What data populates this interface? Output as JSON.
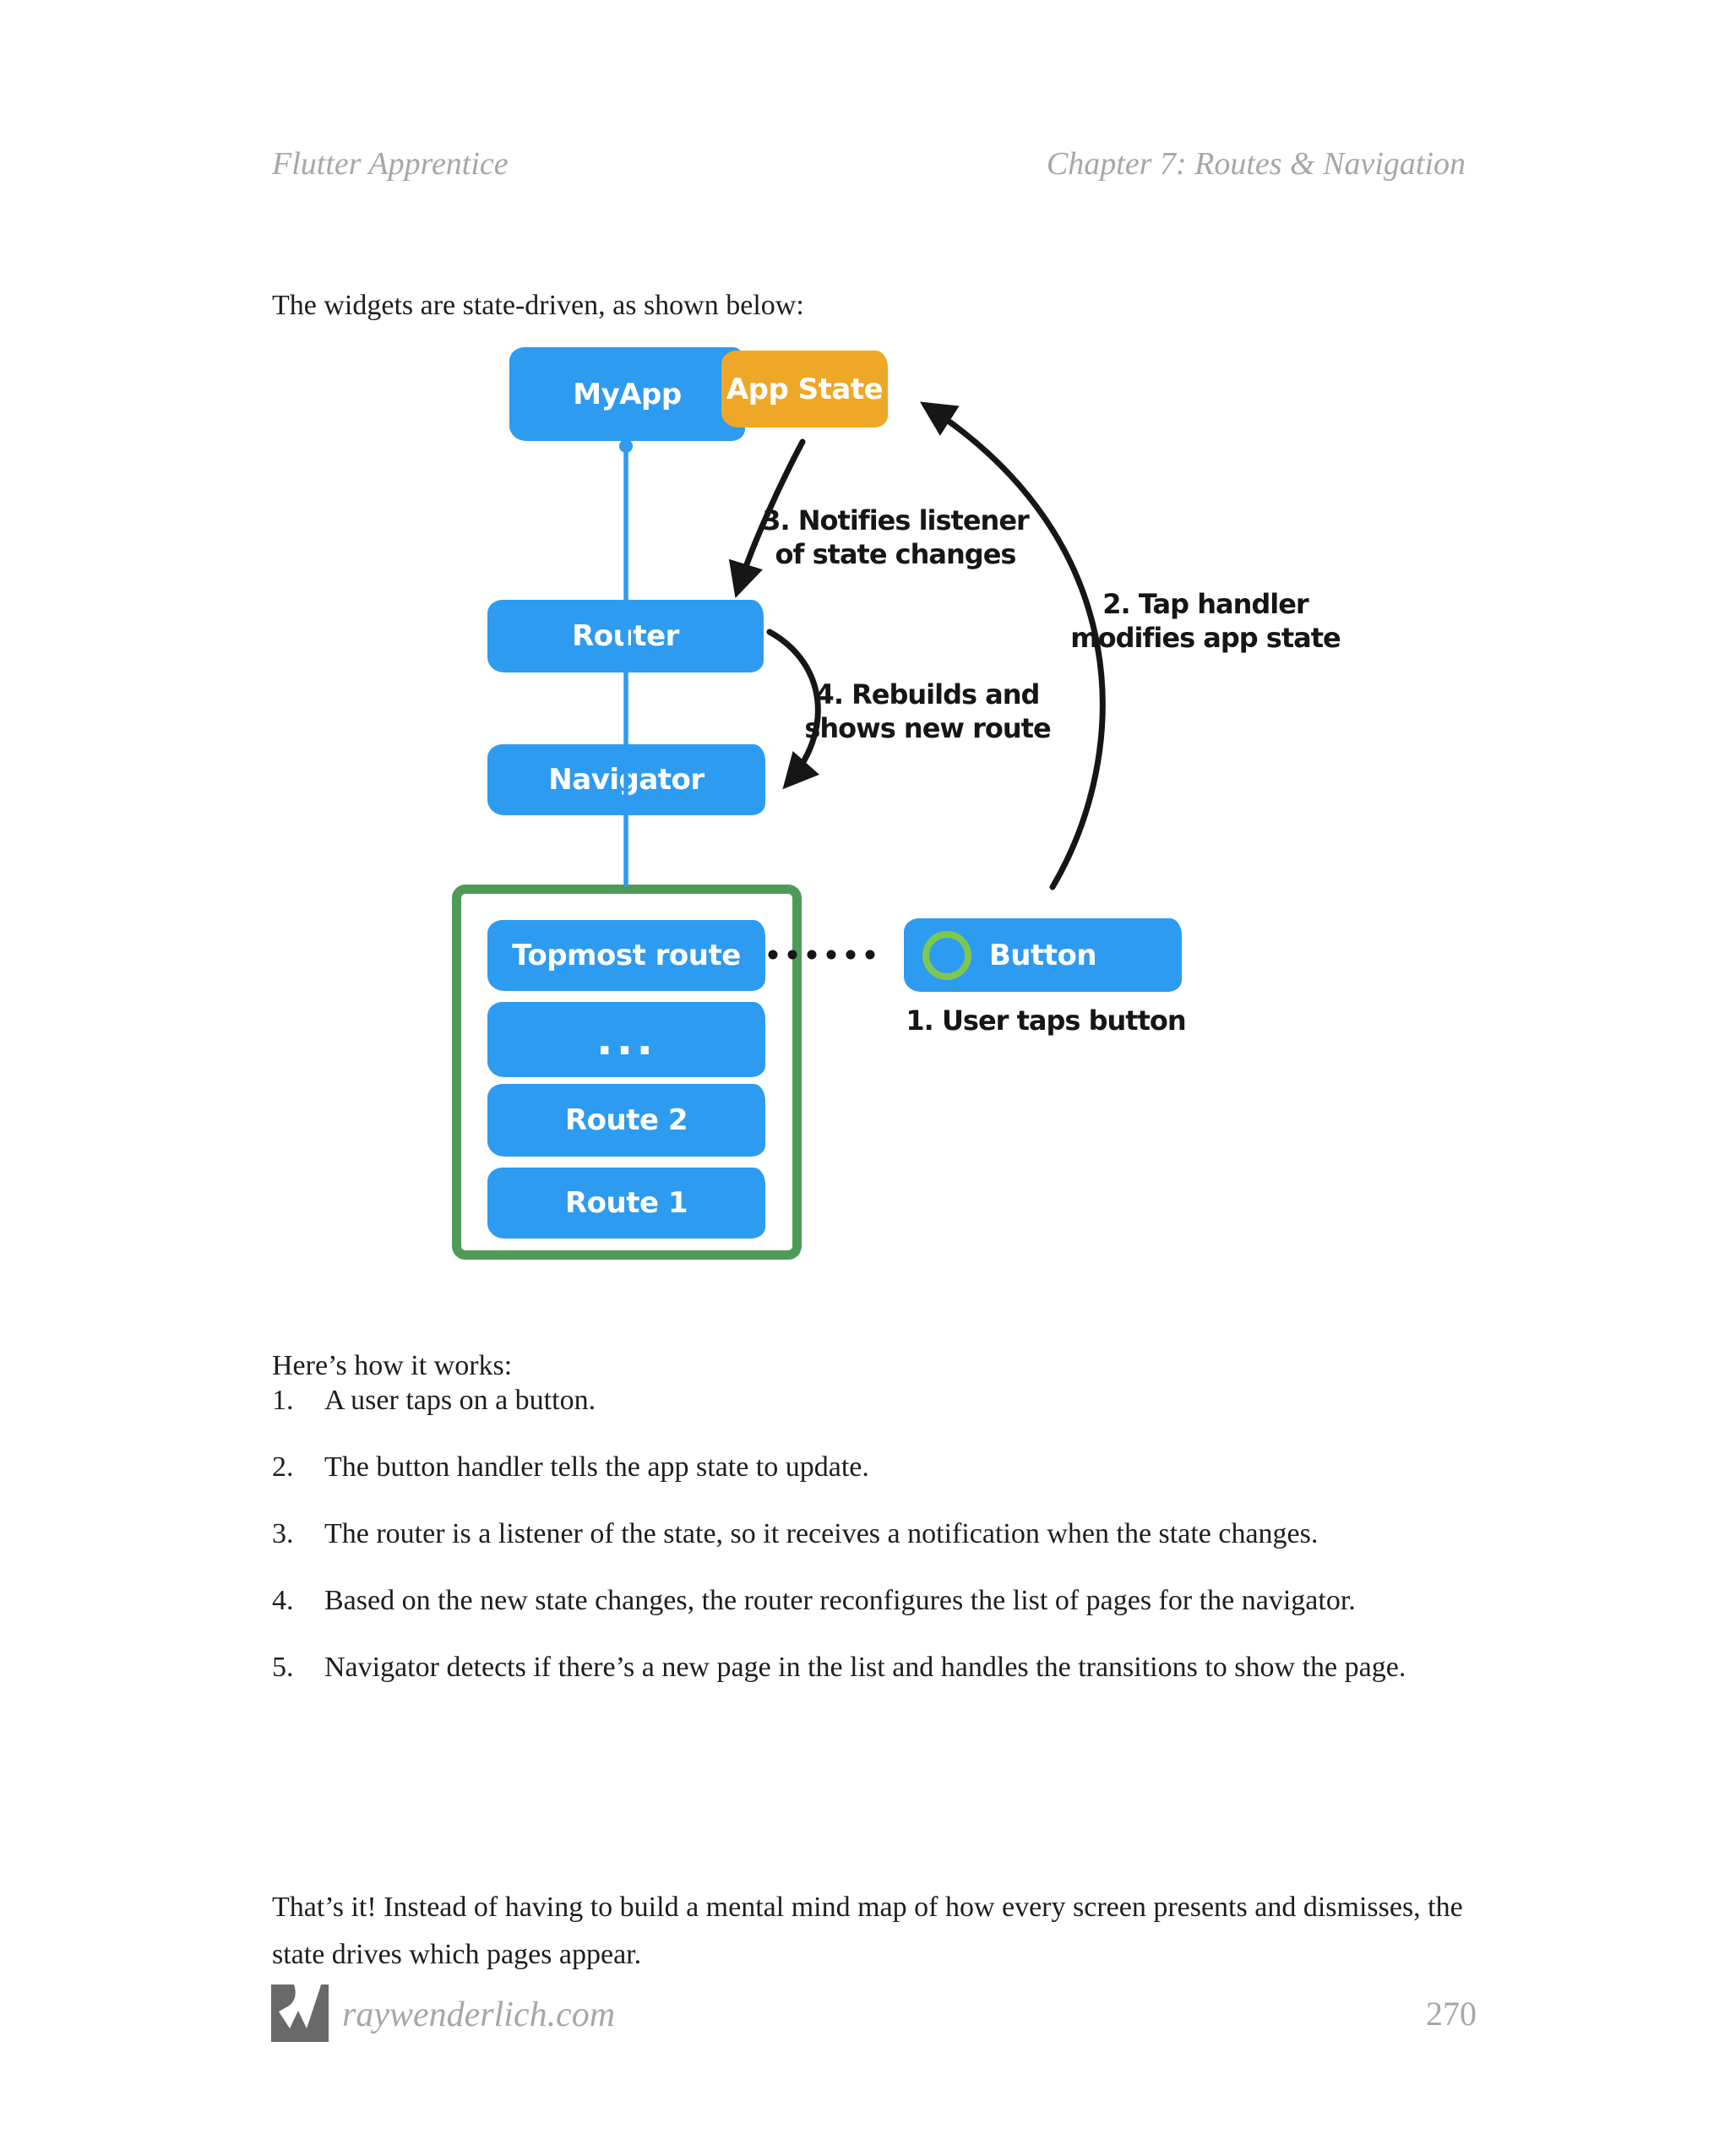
{
  "colors": {
    "blue": "#2d9bf0",
    "orange": "#eea726",
    "green": "#4e9b57",
    "circle-green": "#7ec850",
    "ink": "#161616",
    "text": "#1e1e1e",
    "muted": "#a7a7a7",
    "logo-gray": "#696969"
  },
  "page": {
    "header": {
      "book_title": "Flutter Apprentice",
      "chapter_title": "Chapter 7: Routes & Navigation"
    },
    "intro": "The widgets are state-driven, as shown below:",
    "how_heading": "Here’s how it works:",
    "steps": [
      {
        "num": "1.",
        "text": "A user taps on a button."
      },
      {
        "num": "2.",
        "text": "The button handler tells the app state to update."
      },
      {
        "num": "3.",
        "text": "The router is a listener of the state, so it receives a notification when the state changes."
      },
      {
        "num": "4.",
        "text": "Based on the new state changes, the router reconfigures the list of pages for the navigator."
      },
      {
        "num": "5.",
        "text": "Navigator detects if there’s a new page in the list and handles the transitions to show the page."
      }
    ],
    "outro": "That’s it! Instead of having to build a mental mind map of how every screen presents and dismisses, the state drives which pages appear.",
    "footer": {
      "site": "raywenderlich.com",
      "page_number": "270"
    }
  },
  "diagram": {
    "boxes": {
      "myapp": "MyApp",
      "app_state": "App State",
      "router": "Router",
      "navigator": "Navigator",
      "topmost_route": "Topmost route",
      "ellipsis": "...",
      "route2": "Route 2",
      "route1": "Route 1",
      "button": "Button"
    },
    "annotations": {
      "step1": "1. User taps button",
      "step2": [
        "2. Tap handler",
        "modifies app state"
      ],
      "step3": [
        "3. Notifies listener",
        "of state changes"
      ],
      "step4": [
        "4. Rebuilds and",
        "shows new route"
      ]
    }
  }
}
